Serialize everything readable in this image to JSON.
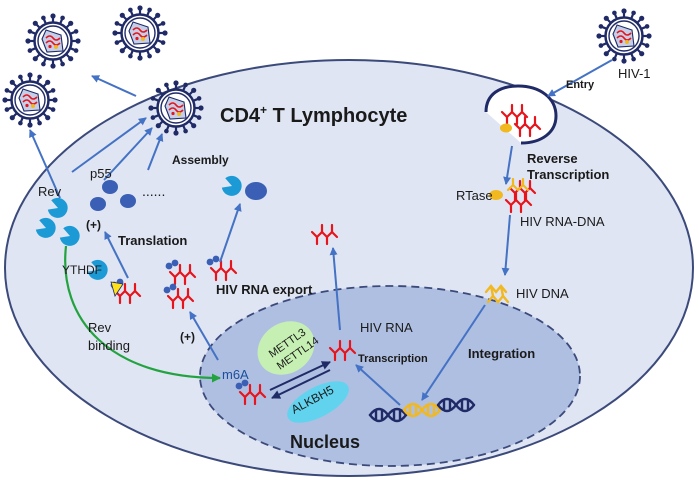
{
  "cell_label": "CD4",
  "cell_label_sup": "+",
  "cell_label_rest": " T Lymphocyte",
  "nucleus_label": "Nucleus",
  "labels": {
    "hiv1": "HIV-1",
    "entry": "Entry",
    "reverse_transcription_1": "Reverse",
    "reverse_transcription_2": "Transcription",
    "rtase": "RTase",
    "hiv_rna_dna": "HIV RNA-DNA",
    "hiv_dna": "HIV DNA",
    "integration": "Integration",
    "transcription": "Transcription",
    "hiv_rna": "HIV RNA",
    "hiv_rna_export": "HIV RNA export",
    "translation": "Translation",
    "assembly": "Assembly",
    "p55": "p55",
    "rev": "Rev",
    "ythdf": "YTHDF",
    "rev_binding_1": "Rev",
    "rev_binding_2": "binding",
    "plus_1": "(+)",
    "plus_2": "(+)",
    "m6a": "m6A",
    "mettl3": "METTL3",
    "mettl14": "METTL14",
    "alkbh5": "ALKBH5",
    "dots": "......"
  },
  "colors": {
    "cell_fill": "#dfe5f3",
    "cell_stroke": "#3b4a7a",
    "nucleus_fill": "#afbfe2",
    "arrow": "#4472c4",
    "rna_red": "#e8141c",
    "dna_navy": "#1f2a66",
    "dna_yellow": "#f1b81f",
    "protein_blue": "#3a5fb5",
    "rev_cyan": "#1b9ad6",
    "mettl_green": "#c6efb3",
    "alkbh_cyan": "#62d3ee",
    "feedback_green": "#23a33f"
  }
}
